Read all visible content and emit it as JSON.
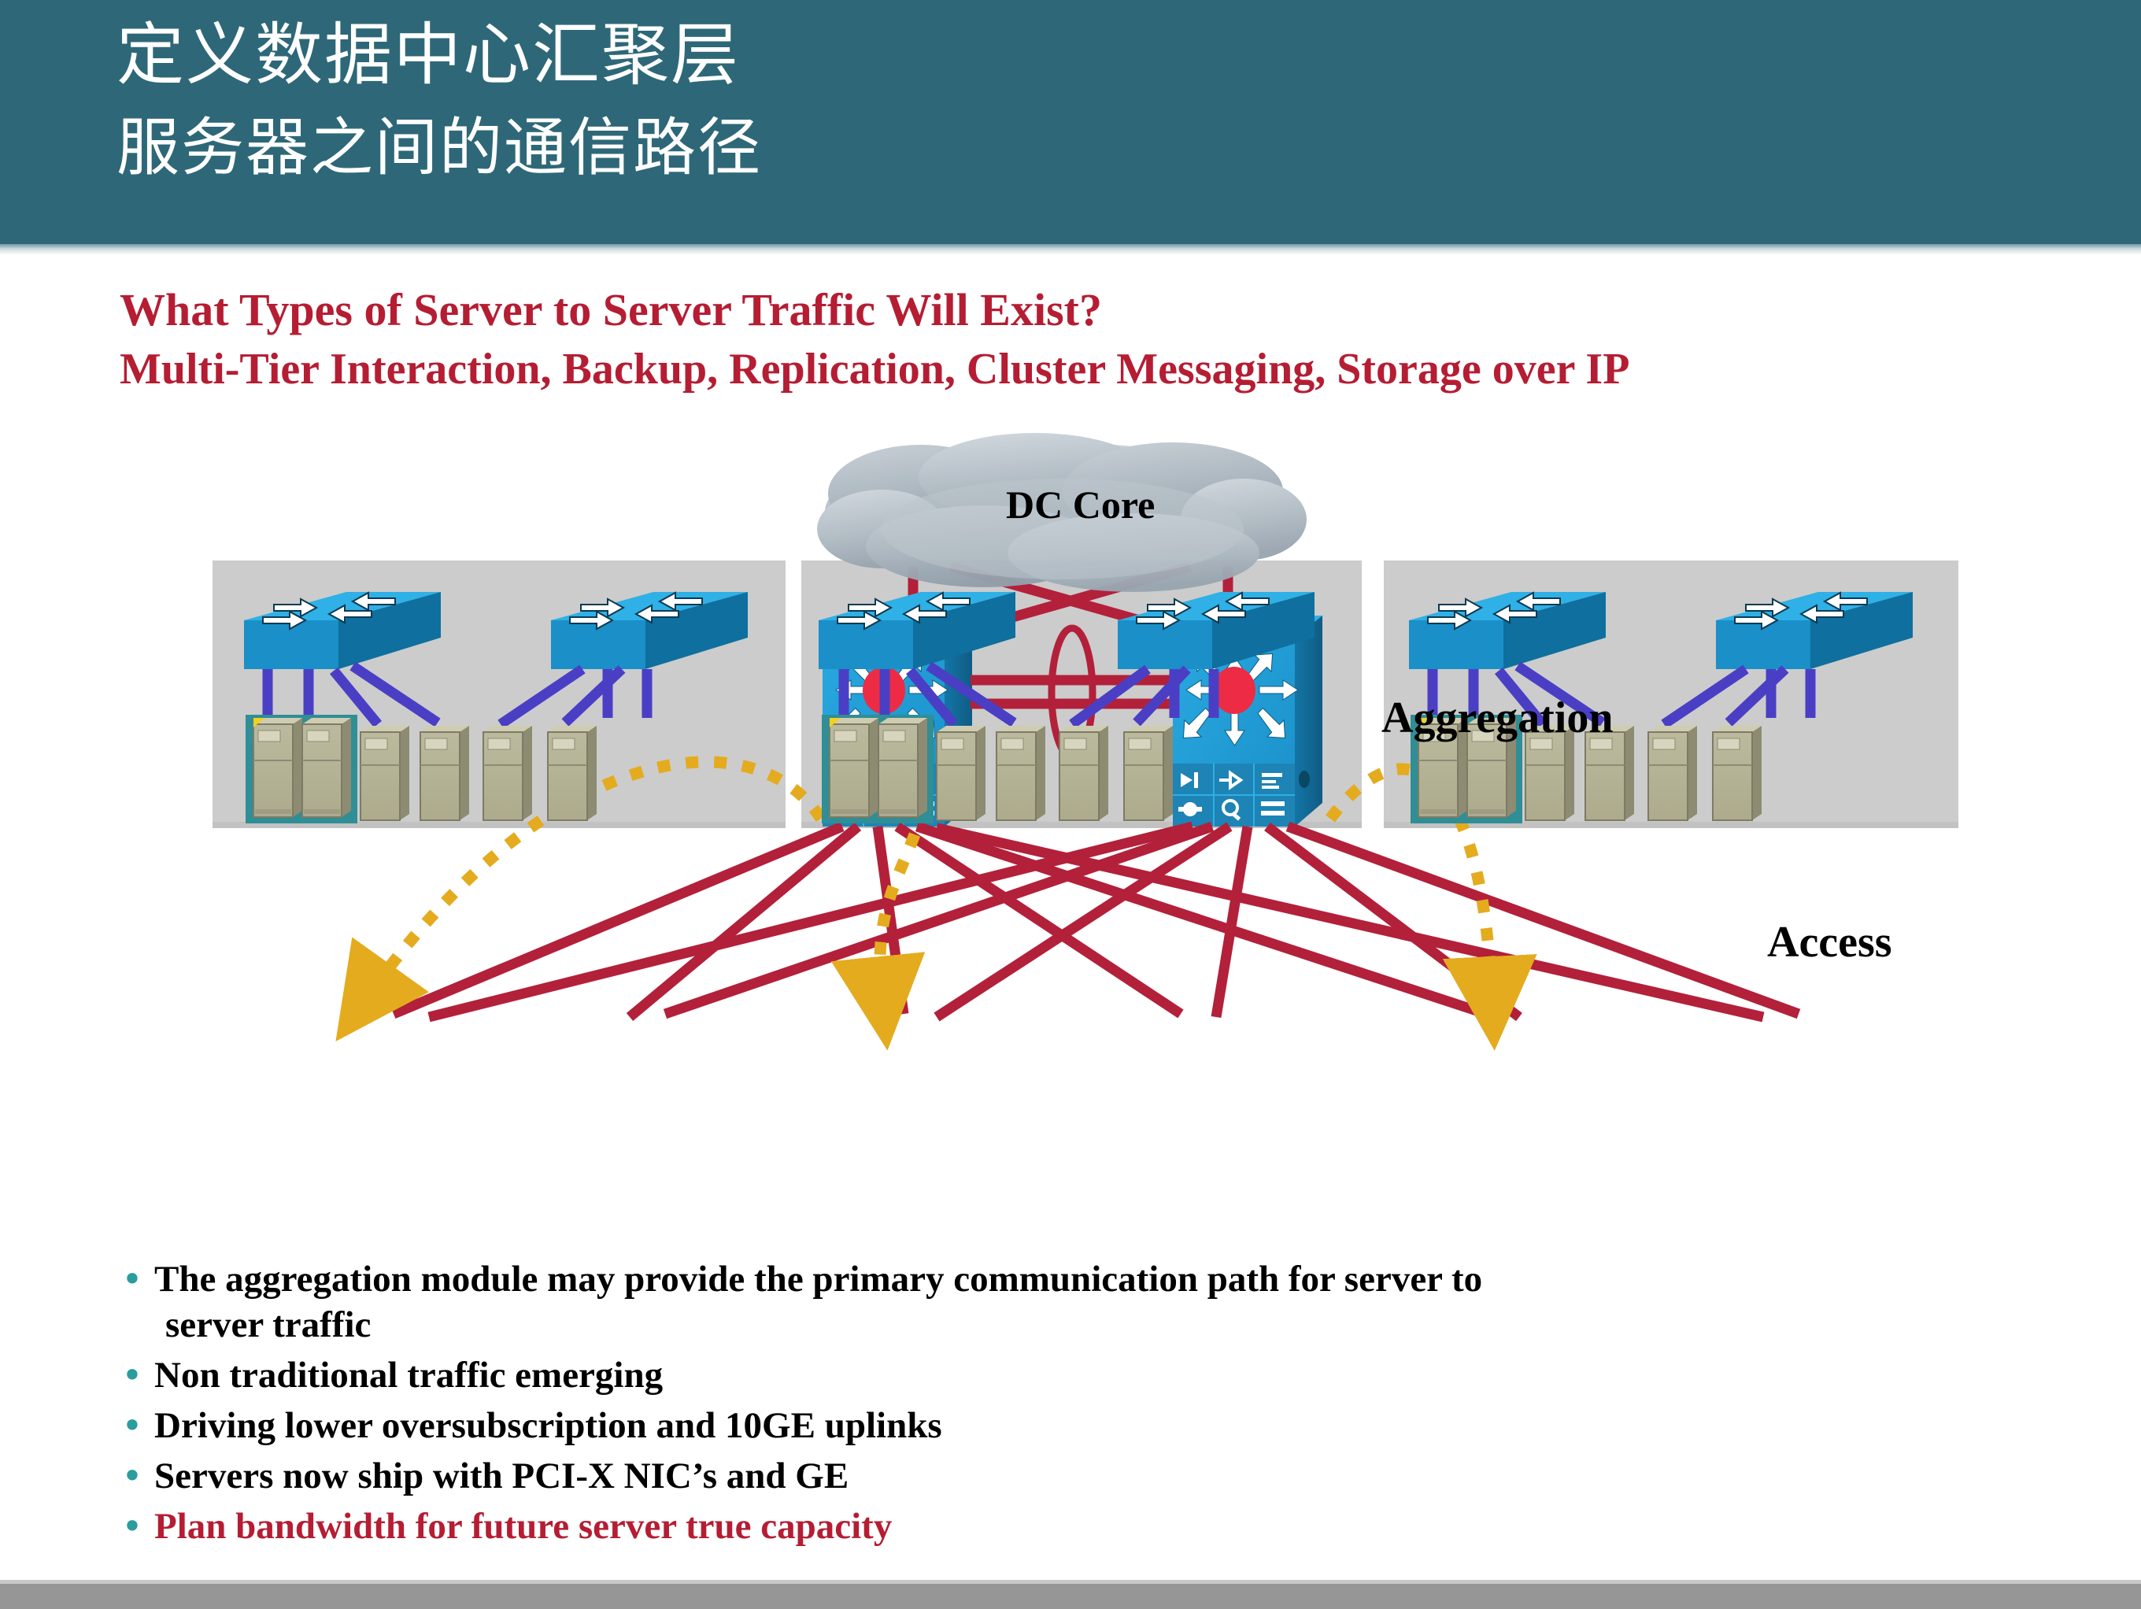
{
  "header": {
    "title_cn": "定义数据中心汇聚层",
    "subtitle_cn": "服务器之间的通信路径",
    "bg_color": "#2e6878"
  },
  "headings": {
    "line1": "What Types of Server to Server Traffic Will Exist?",
    "line2": "Multi-Tier Interaction, Backup, Replication, Cluster Messaging, Storage over IP",
    "color": "#b51d33"
  },
  "diagram": {
    "core_label": "DC Core",
    "aggregation_label": "Aggregation",
    "access_label": "Access",
    "colors": {
      "link_red": "#b3203a",
      "link_orange": "#e5ab1e",
      "switch_blue": "#1a8fc8",
      "switch_blue_dark": "#1272a0",
      "server_beige": "#b5b394",
      "server_highlight": "#2f8e96",
      "pod_gray": "#cccccc",
      "cloud_gray": "#b0bac2",
      "nic_purple": "#4a3fc4"
    },
    "pods": [
      {
        "name": "pod-1",
        "switches": 2,
        "servers": 6,
        "highlighted_servers": 2
      },
      {
        "name": "pod-2",
        "switches": 2,
        "servers": 6,
        "highlighted_servers": 2
      },
      {
        "name": "pod-3",
        "switches": 2,
        "servers": 6,
        "highlighted_servers": 2
      }
    ],
    "aggregation_switches": 2
  },
  "bullets": [
    {
      "text": "The aggregation module may provide the primary communication path for server to",
      "text2": "server traffic",
      "color": "black"
    },
    {
      "text": "Non traditional traffic emerging",
      "color": "black"
    },
    {
      "text": "Driving lower oversubscription and 10GE uplinks",
      "color": "black"
    },
    {
      "text": "Servers now ship with PCI-X NIC’s and GE",
      "color": "black"
    },
    {
      "text": "Plan bandwidth for future server true capacity",
      "color": "red"
    }
  ],
  "bullet_marker": "•",
  "footer": {
    "bg_color": "#969696"
  }
}
